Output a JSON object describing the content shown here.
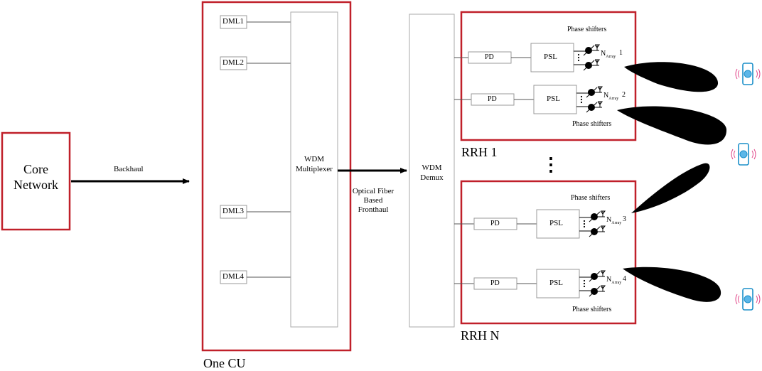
{
  "core": {
    "label_line1": "Core",
    "label_line2": "Network"
  },
  "backhaul_label": "Backhaul",
  "cu": {
    "title": "One CU",
    "dmls": [
      "DML1",
      "DML2",
      "DML3",
      "DML4"
    ],
    "mux_line1": "WDM",
    "mux_line2": "Multiplexer"
  },
  "fronthaul": {
    "line1": "Optical Fiber",
    "line2": "Based",
    "line3": "Fronthaul"
  },
  "demux": {
    "line1": "WDM",
    "line2": "Demux"
  },
  "rrh1": {
    "title": "RRH 1",
    "phase_top": "Phase shifters",
    "phase_bottom": "Phase shifters",
    "chains": [
      {
        "pd": "PD",
        "psl": "PSL",
        "array_n": "N",
        "array_sub": "Array",
        "index": "1"
      },
      {
        "pd": "PD",
        "psl": "PSL",
        "array_n": "N",
        "array_sub": "Array",
        "index": "2"
      }
    ]
  },
  "rrhN": {
    "title": "RRH N",
    "phase_top": "Phase shifters",
    "phase_bottom": "Phase shifters",
    "chains": [
      {
        "pd": "PD",
        "psl": "PSL",
        "array_n": "N",
        "array_sub": "Array",
        "index": "3"
      },
      {
        "pd": "PD",
        "psl": "PSL",
        "array_n": "N",
        "array_sub": "Array",
        "index": "4"
      }
    ]
  },
  "between_rrh_dots": "⋮",
  "colors": {
    "frame": "#c0202a",
    "line": "#000000",
    "box": "#999999",
    "phone": "#1a8fc9",
    "signal": "#e24b8c"
  }
}
